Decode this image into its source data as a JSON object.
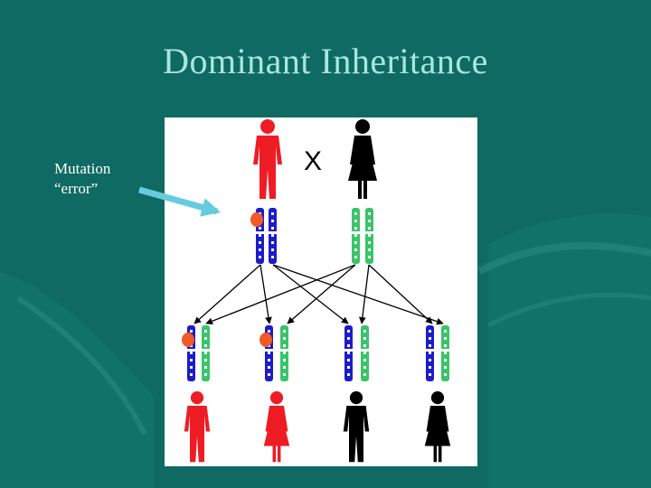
{
  "slide": {
    "title": "Dominant Inheritance",
    "annotation": {
      "lines": [
        "Mutation",
        "“error”"
      ]
    },
    "cross_symbol": "X"
  },
  "colors": {
    "background": "#0e6a63",
    "title_text": "#a8e6e0",
    "note_text": "#ffffff",
    "affected": "#ee1c24",
    "unaffected": "#000000",
    "chromosome_parent1": "#1c1cc8",
    "chromosome_parent2": "#3ac46a",
    "mutation_marker": "#f05a24",
    "arrow": "#66ccdd"
  },
  "diagram": {
    "parents": [
      {
        "id": "father",
        "sex": "male",
        "status": "affected",
        "chromosomes": [
          "blue",
          "blue"
        ],
        "mutation": true
      },
      {
        "id": "mother",
        "sex": "female",
        "status": "unaffected",
        "chromosomes": [
          "green",
          "green"
        ],
        "mutation": false
      }
    ],
    "children": [
      {
        "sex": "male",
        "status": "affected",
        "chromosomes": [
          "blue",
          "green"
        ],
        "mutation": true
      },
      {
        "sex": "female",
        "status": "affected",
        "chromosomes": [
          "blue",
          "green"
        ],
        "mutation": true
      },
      {
        "sex": "male",
        "status": "unaffected",
        "chromosomes": [
          "blue",
          "green"
        ],
        "mutation": false
      },
      {
        "sex": "female",
        "status": "unaffected",
        "chromosomes": [
          "blue",
          "green"
        ],
        "mutation": false
      }
    ]
  }
}
